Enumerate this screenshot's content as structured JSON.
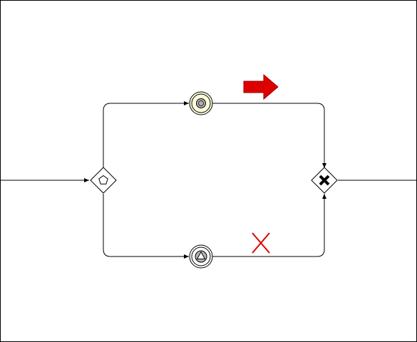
{
  "diagram": {
    "type": "bpmn-process",
    "nodes": [
      {
        "id": "event-based-gateway",
        "kind": "gateway",
        "marker": "pentagon"
      },
      {
        "id": "catch-event-top",
        "kind": "intermediate-catch-event",
        "marker": "circle",
        "state": "taken"
      },
      {
        "id": "catch-event-bottom",
        "kind": "intermediate-catch-event",
        "marker": "triangle",
        "state": "not-taken"
      },
      {
        "id": "exclusive-gateway",
        "kind": "gateway",
        "marker": "x"
      }
    ],
    "edges": [
      {
        "from": "incoming",
        "to": "event-based-gateway"
      },
      {
        "from": "event-based-gateway",
        "to": "catch-event-top"
      },
      {
        "from": "event-based-gateway",
        "to": "catch-event-bottom"
      },
      {
        "from": "catch-event-top",
        "to": "exclusive-gateway"
      },
      {
        "from": "catch-event-bottom",
        "to": "exclusive-gateway"
      },
      {
        "from": "exclusive-gateway",
        "to": "outgoing"
      }
    ],
    "annotations": [
      {
        "id": "path-taken-marker",
        "symbol": "right-arrow",
        "color": "#dd0000"
      },
      {
        "id": "path-not-taken-marker",
        "symbol": "cross",
        "color": "#dd0000"
      }
    ],
    "colors": {
      "stroke": "#000000",
      "border": "#000000",
      "highlight_fill": "#ffffdd",
      "marker_gray": "#b3b3b3",
      "annotation_red": "#dd0000"
    }
  }
}
